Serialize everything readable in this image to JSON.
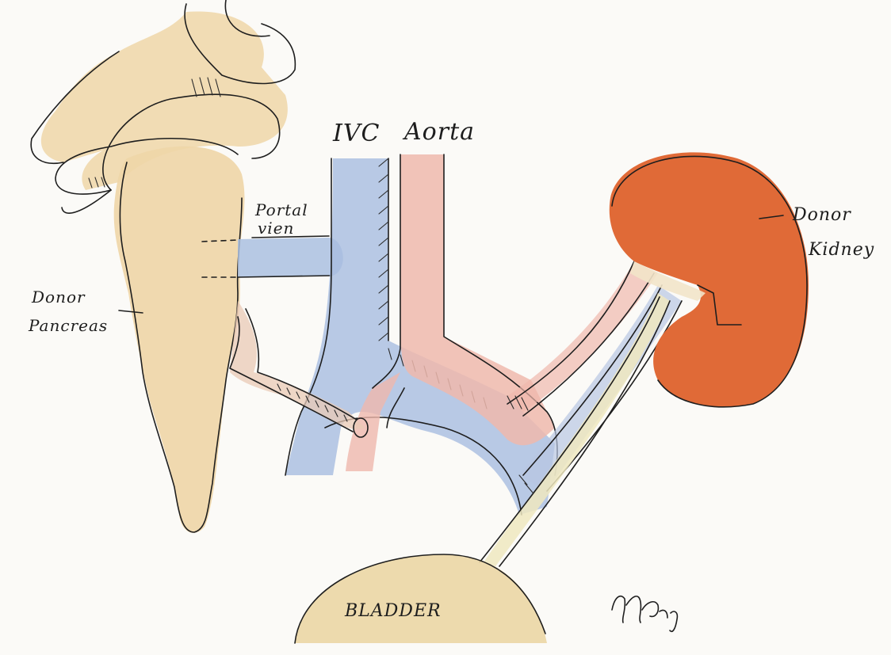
{
  "labels": {
    "ivc": "IVC",
    "aorta": "Aorta",
    "portal_vein_line1": "Portal",
    "portal_vein_line2": "vien",
    "donor_kidney_line1": "Donor",
    "donor_kidney_line2": "Kidney",
    "donor_pancreas_line1": "Donor",
    "donor_pancreas_line2": "Pancreas",
    "bladder": "BLADDER"
  },
  "signature": "M Phipps",
  "colors": {
    "paper": "#fbfaf7",
    "pancreas_wash": "#efd6a8",
    "ivc_blue": "#9fb8dd",
    "aorta_pink": "#efb8ad",
    "kidney_orange": "#e06a37",
    "bladder_wash": "#ecd7a6",
    "ureter_wash": "#efe7c0",
    "ink": "#1e1e1e"
  }
}
